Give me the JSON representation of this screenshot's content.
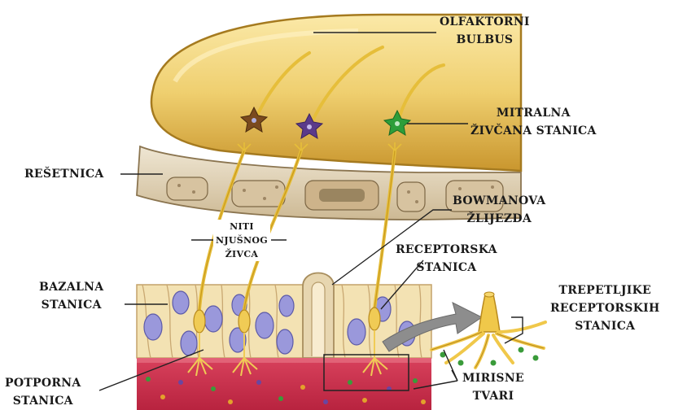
{
  "labels": {
    "olfactory_bulb": [
      "OLFAKTORNI",
      "BULBUS"
    ],
    "mitral_cell": [
      "MITRALNA",
      "ŽIVČANA STANICA"
    ],
    "cribriform_plate": [
      "REŠETNICA"
    ],
    "bowman_gland": [
      "BOWMANOVA",
      "ŽLIJEZDA"
    ],
    "nerve_fibers": [
      "NITI",
      "NJUŠNOG",
      "ŽIVCA"
    ],
    "receptor_cell": [
      "RECEPTORSKA",
      "STANICA"
    ],
    "basal_cell": [
      "BAZALNA",
      "STANICA"
    ],
    "cilia": [
      "TREPETLJIKE",
      "RECEPTORSKIH",
      "STANICA"
    ],
    "supporting_cell": [
      "POTPORNA",
      "STANICA"
    ],
    "odorants": [
      "MIRISNE",
      "TVARI"
    ]
  },
  "colors": {
    "bulb": "#e8c35a",
    "bone": "#d8c7a6",
    "epithelium": "#f1dfae",
    "nucleus": "#8f8fd6",
    "mucosa": "#c9304f",
    "nerve": "#e9c13e",
    "mitral_left": "#7a4a1e",
    "mitral_mid": "#5b3a8a",
    "mitral_right": "#2d9e3a"
  }
}
